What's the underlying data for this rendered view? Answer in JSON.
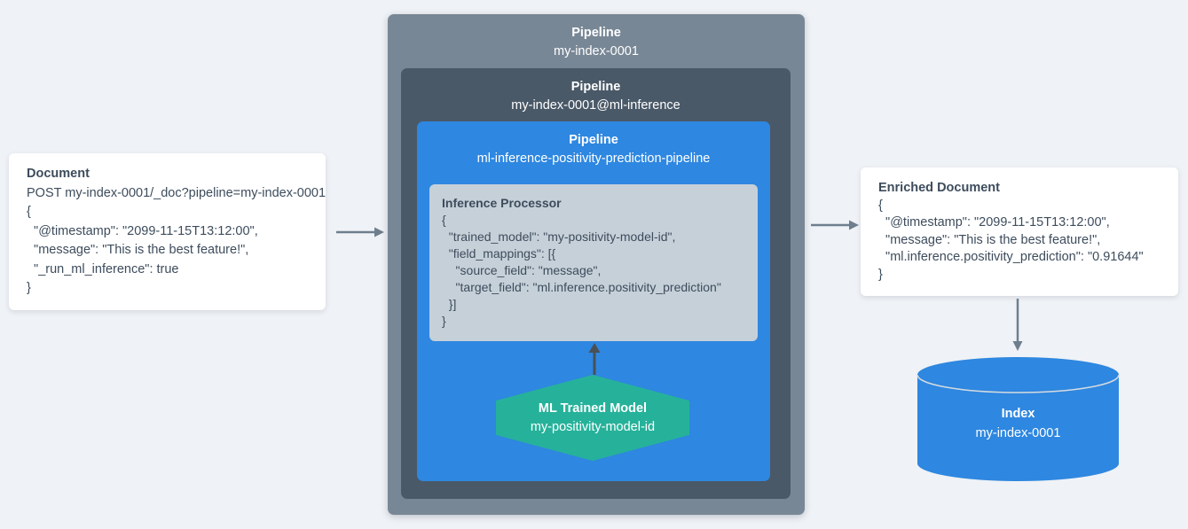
{
  "colors": {
    "bg": "#EFF2F6",
    "card-bg": "#FFFFFF",
    "outer-box": "#788796",
    "middle-box": "#4A5968",
    "blue-box": "#2E87E0",
    "processor-bg": "#C6D0D9",
    "hexagon": "#26B29A",
    "cylinder": "#2E87E0",
    "cylinder-rim": "#D5DBE1",
    "text-dark": "#3D4C5C",
    "text-light": "#FFFFFF",
    "arrow-gray": "#6F7E8D",
    "arrow-dark": "#4A5056"
  },
  "document_card": {
    "title": "Document",
    "lines": [
      "POST my-index-0001/_doc?pipeline=my-index-0001",
      "{",
      "  \"@timestamp\": \"2099-11-15T13:12:00\",",
      "  \"message\": \"This is the best feature!\",",
      "  \"_run_ml_inference\": true",
      "}"
    ]
  },
  "pipeline_outer": {
    "label": "Pipeline",
    "name": "my-index-0001"
  },
  "pipeline_middle": {
    "label": "Pipeline",
    "name": "my-index-0001@ml-inference"
  },
  "pipeline_inner": {
    "label": "Pipeline",
    "name": "ml-inference-positivity-prediction-pipeline"
  },
  "inference_processor": {
    "title": "Inference Processor",
    "lines": [
      "{",
      "  \"trained_model\": \"my-positivity-model-id\",",
      "  \"field_mappings\": [{",
      "    \"source_field\": \"message\",",
      "    \"target_field\": \"ml.inference.positivity_prediction\"",
      "  }]",
      "}"
    ]
  },
  "ml_trained_model": {
    "title": "ML Trained Model",
    "name": "my-positivity-model-id"
  },
  "enriched_document_card": {
    "title": "Enriched Document",
    "lines": [
      "{",
      "  \"@timestamp\": \"2099-11-15T13:12:00\",",
      "  \"message\": \"This is the best feature!\",",
      "  \"ml.inference.positivity_prediction\": \"0.91644\"",
      "}"
    ]
  },
  "index_store": {
    "title": "Index",
    "name": "my-index-0001"
  }
}
